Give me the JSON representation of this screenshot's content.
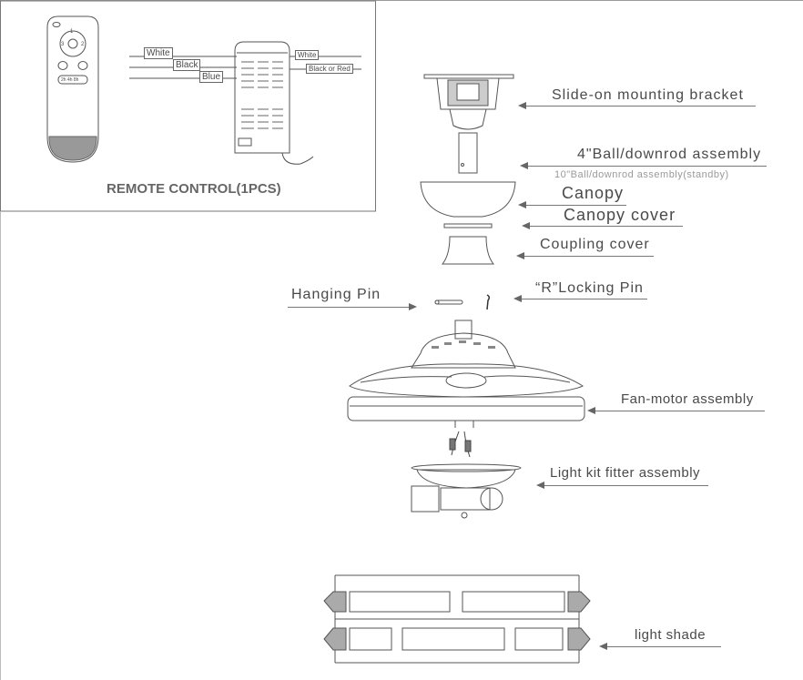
{
  "remote_box": {
    "title": "REMOTE CONTROL(1PCS)",
    "remote_buttons": {
      "top": "1",
      "left": "3",
      "right": "2",
      "speeds": "2h 4h 8h"
    },
    "wires_in": [
      "White",
      "Black",
      "Blue"
    ],
    "wires_out": [
      "White",
      "Black or Red"
    ]
  },
  "parts": [
    {
      "label": "Slide-on mounting bracket"
    },
    {
      "label": "4\"Ball/downrod assembly",
      "sublabel": "10\"Ball/downrod assembly(standby)"
    },
    {
      "label": "Canopy"
    },
    {
      "label": "Canopy cover"
    },
    {
      "label": "Coupling cover"
    },
    {
      "label": "Hanging Pin"
    },
    {
      "label": "“R”Locking Pin"
    },
    {
      "label": "Fan-motor assembly"
    },
    {
      "label": "Light kit fitter assembly"
    },
    {
      "label": "light shade"
    }
  ],
  "colors": {
    "line": "#555555",
    "label": "#4a4a4a",
    "sublabel": "#9a9a9a",
    "fill_dark": "#777777"
  }
}
